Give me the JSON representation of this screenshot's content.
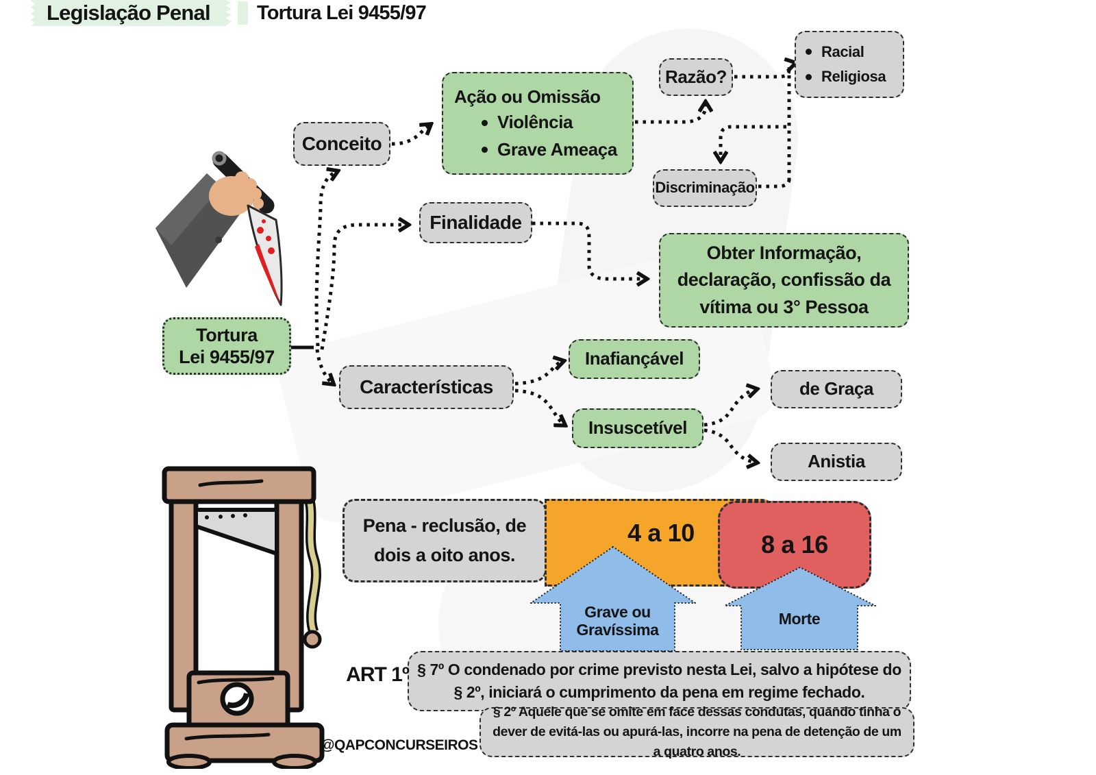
{
  "header": {
    "title": "Legislação Penal",
    "subtitle": "Tortura Lei 9455/97"
  },
  "nodes": {
    "root": {
      "line1": "Tortura",
      "line2": "Lei 9455/97"
    },
    "conceito": {
      "label": "Conceito"
    },
    "acao": {
      "title": "Ação ou Omissão",
      "bullets": [
        "Violência",
        "Grave Ameaça"
      ]
    },
    "razao": {
      "label": "Razão?"
    },
    "racial": {
      "bullets": [
        "Racial",
        "Religiosa"
      ]
    },
    "discriminacao": {
      "label": "Discriminação"
    },
    "finalidade": {
      "label": "Finalidade"
    },
    "obter": {
      "label": "Obter Informação, declaração, confissão da vítima ou 3° Pessoa"
    },
    "caracteristicas": {
      "label": "Características"
    },
    "inafiancavel": {
      "label": "Inafiançável"
    },
    "insuscetivel": {
      "label": "Insuscetível"
    },
    "degraca": {
      "label": "de Graça"
    },
    "anistia": {
      "label": "Anistia"
    }
  },
  "pena": {
    "base": "Pena - reclusão, de dois a oito anos.",
    "range_lesao": "4 a 10",
    "range_morte": "8 a 16",
    "arrow_lesao": "Grave ou Gravíssima",
    "arrow_morte": "Morte"
  },
  "articles": {
    "art_label": "ART 1º",
    "paragraph7": "§ 7º O condenado por crime previsto nesta Lei, salvo a hipótese do § 2º, iniciará o cumprimento da pena em regime fechado.",
    "paragraph2": "§ 2º Aquele que se omite em face dessas condutas, quando tinha o dever de evitá-las ou apurá-las, incorre na pena de detenção de um a quatro anos."
  },
  "footer": {
    "watermark": "@QAPCONCURSEIROS"
  },
  "icons": {
    "knife": "bloody-knife-hand-illustration",
    "guillotine": "guillotine-illustration"
  },
  "colors": {
    "green_node": "#aed7a5",
    "gray_node": "#d4d4d4",
    "orange": "#f5a62a",
    "red": "#e06060",
    "blue": "#8fbce9",
    "highlight": "#e1f1e2"
  }
}
